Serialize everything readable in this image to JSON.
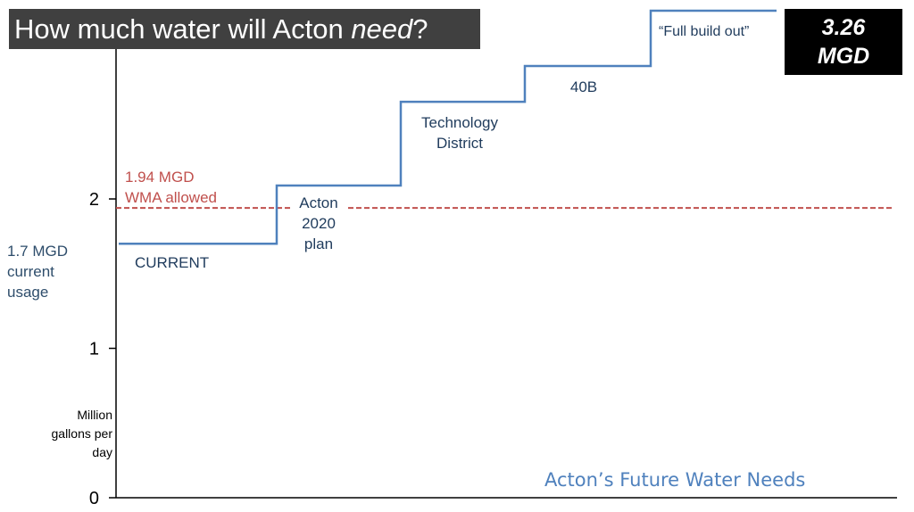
{
  "title": {
    "prefix": "How much water will Acton ",
    "emphasis": "need",
    "suffix": "?"
  },
  "callout": {
    "line1": "3.26",
    "line2": "MGD"
  },
  "chart_data": {
    "type": "line",
    "title": "How much water will Acton need?",
    "ylabel": "Million gallons per day",
    "ylabel_lines": [
      "Million",
      "gallons per",
      "day"
    ],
    "ylim": [
      0,
      3.26
    ],
    "yticks": [
      0,
      1,
      2
    ],
    "ytick_labels": [
      "0",
      "1",
      "2"
    ],
    "grid": false,
    "caption": "Acton’s Future Water Needs",
    "steps": [
      {
        "label": [
          "CURRENT"
        ],
        "value": 1.7
      },
      {
        "label": [
          "Acton",
          "2020",
          "plan"
        ],
        "value": 2.09
      },
      {
        "label": [
          "Technology",
          "District"
        ],
        "value": 2.65
      },
      {
        "label": [
          "40B"
        ],
        "value": 2.89
      },
      {
        "label": [
          "“Full build out”"
        ],
        "value": 3.26
      }
    ],
    "reference_lines": [
      {
        "name": "WMA allowed",
        "value": 1.94,
        "color": "#c0504d",
        "label": [
          "1.94 MGD",
          "WMA allowed"
        ]
      }
    ],
    "current_note": [
      "1.7 MGD",
      "current",
      "usage"
    ],
    "colors": {
      "step_line": "#4f81bd",
      "reference": "#c0504d",
      "axis": "#000000"
    }
  }
}
